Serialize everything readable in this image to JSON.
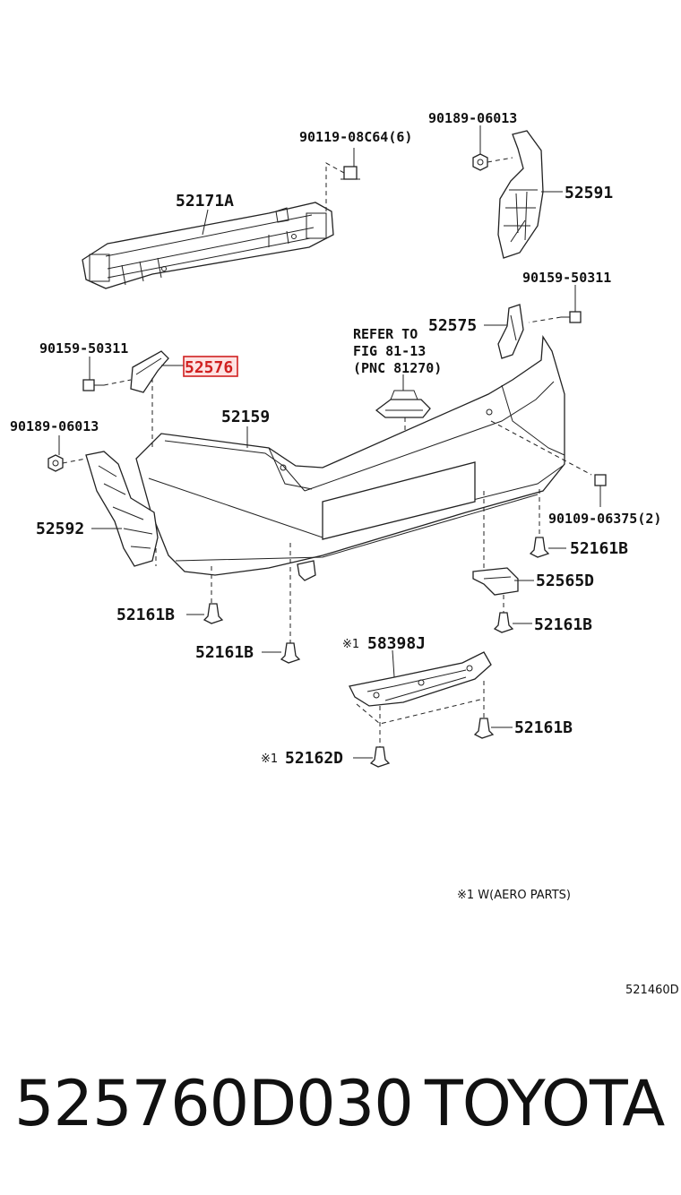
{
  "labels": {
    "bolt_90119": "90119-08C64(6)",
    "nut_90189_top": "90189-06013",
    "reinforcement": "52171A",
    "bracket_right_upper": "52591",
    "bolt_90159_right": "90159-50311",
    "spacer_right": "52575",
    "refer_line1": "REFER TO",
    "refer_line2": "FIG 81-13",
    "refer_line3": "(PNC 81270)",
    "bolt_90159_left": "90159-50311",
    "spacer_left": "52576",
    "bumper_cover": "52159",
    "nut_90189_left": "90189-06013",
    "screw_90109": "90109-06375(2)",
    "bracket_left": "52592",
    "clip_right_1": "52161B",
    "retainer_52565": "52565D",
    "clip_left_1": "52161B",
    "clip_right_2": "52161B",
    "aero_mark_1": "※1",
    "aero_part": "58398J",
    "clip_center": "52161B",
    "clip_right_3": "52161B",
    "aero_mark_2": "※1",
    "aero_clip": "52162D"
  },
  "footnote": "※1 W(AERO PARTS)",
  "diagram_code": "521460D",
  "bottom": {
    "part_number": "525760D030",
    "brand": "TOYOTA"
  },
  "highlight_color": "#d02020"
}
